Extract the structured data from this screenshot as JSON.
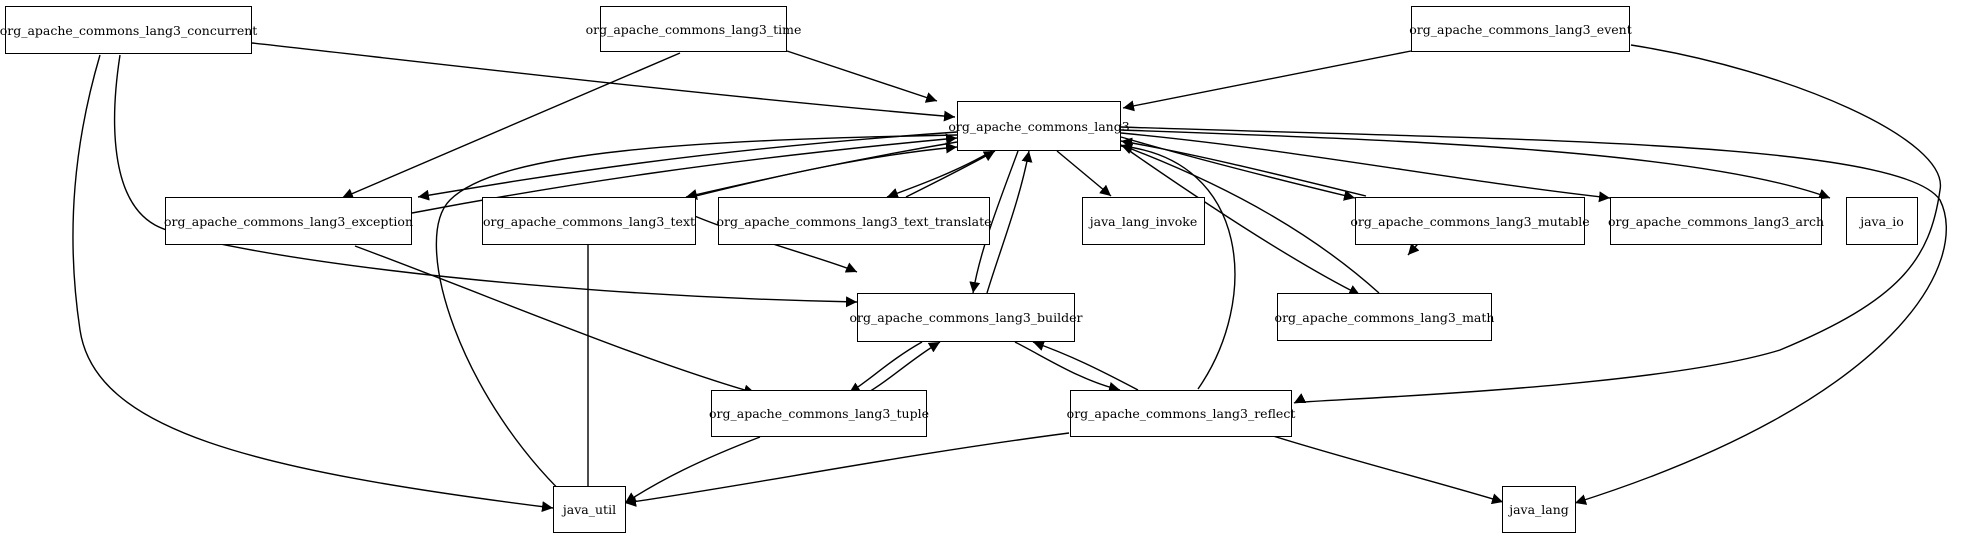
{
  "nodes": {
    "concurrent": "org_apache_commons_lang3_concurrent",
    "time": "org_apache_commons_lang3_time",
    "event": "org_apache_commons_lang3_event",
    "lang3": "org_apache_commons_lang3",
    "exception": "org_apache_commons_lang3_exception",
    "text": "org_apache_commons_lang3_text",
    "text_translate": "org_apache_commons_lang3_text_translate",
    "java_lang_invoke": "java_lang_invoke",
    "mutable": "org_apache_commons_lang3_mutable",
    "arch": "org_apache_commons_lang3_arch",
    "java_io": "java_io",
    "builder": "org_apache_commons_lang3_builder",
    "math": "org_apache_commons_lang3_math",
    "tuple": "org_apache_commons_lang3_tuple",
    "reflect": "org_apache_commons_lang3_reflect",
    "java_util": "java_util",
    "java_lang": "java_lang"
  }
}
